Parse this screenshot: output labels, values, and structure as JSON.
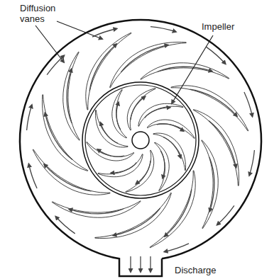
{
  "diagram": {
    "labels": [
      "Diffusion vanes",
      "Impeller",
      "Discharge"
    ]
  }
}
